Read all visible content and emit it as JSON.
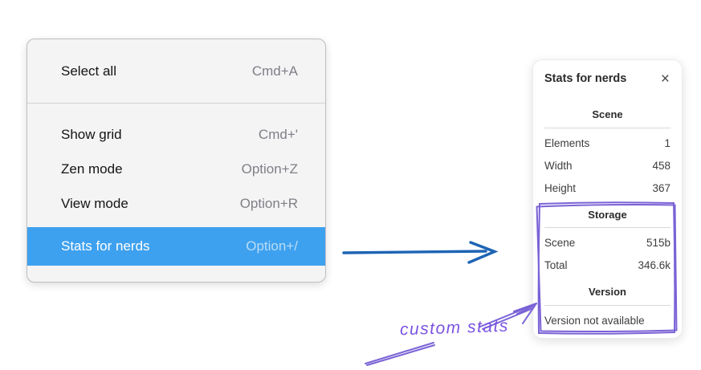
{
  "menu": {
    "items": [
      {
        "label": "Select all",
        "shortcut": "Cmd+A"
      },
      {
        "label": "Show grid",
        "shortcut": "Cmd+'"
      },
      {
        "label": "Zen mode",
        "shortcut": "Option+Z"
      },
      {
        "label": "View mode",
        "shortcut": "Option+R"
      },
      {
        "label": "Stats for nerds",
        "shortcut": "Option+/",
        "highlighted": true
      }
    ],
    "highlight_color": "#3ea1ef"
  },
  "stats_panel": {
    "title": "Stats for nerds",
    "close_icon": "×",
    "sections": [
      {
        "heading": "Scene",
        "rows": [
          {
            "label": "Elements",
            "value": "1"
          },
          {
            "label": "Width",
            "value": "458"
          },
          {
            "label": "Height",
            "value": "367"
          }
        ]
      },
      {
        "heading": "Storage",
        "rows": [
          {
            "label": "Scene",
            "value": "515b"
          },
          {
            "label": "Total",
            "value": "346.6k"
          }
        ]
      },
      {
        "heading": "Version",
        "message": "Version not available"
      }
    ]
  },
  "annotations": {
    "custom_stats_label": "custom stats",
    "annotation_color": "#7a52e0",
    "sketch_box_color": "#7a63d6",
    "arrow_color": "#1e64b4"
  }
}
